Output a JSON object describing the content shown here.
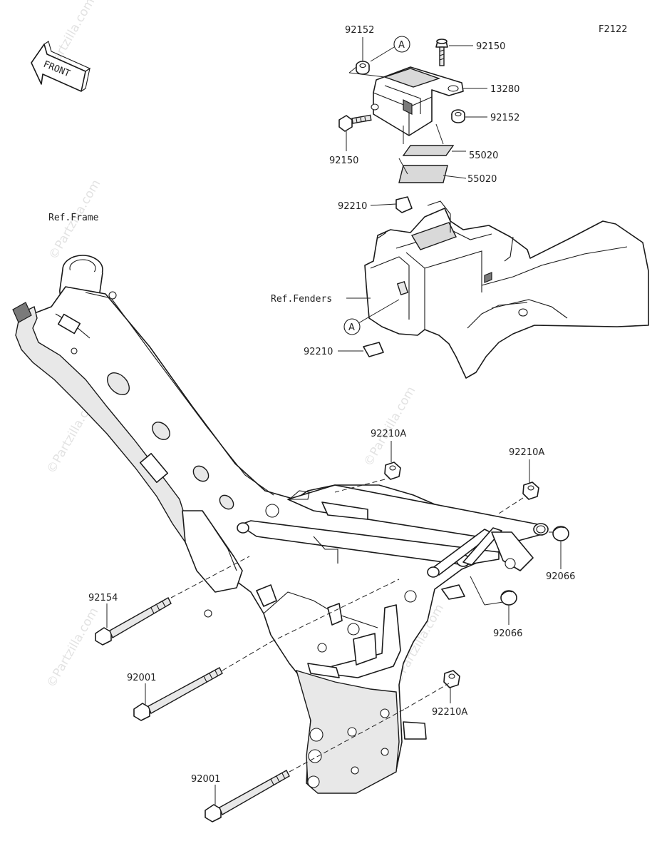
{
  "diagram": {
    "figure_code": "F2122",
    "direction_label": "FRONT",
    "callout_marker": "A",
    "references": {
      "frame": "Ref.Frame",
      "fenders": "Ref.Fenders"
    },
    "watermark": "©Partzilla.com",
    "parts": [
      {
        "id": "92152-top",
        "label": "92152"
      },
      {
        "id": "92150-top",
        "label": "92150"
      },
      {
        "id": "13280",
        "label": "13280"
      },
      {
        "id": "92150-left",
        "label": "92150"
      },
      {
        "id": "92152-right",
        "label": "92152"
      },
      {
        "id": "55020-a",
        "label": "55020"
      },
      {
        "id": "55020-b",
        "label": "55020"
      },
      {
        "id": "92210-top",
        "label": "92210"
      },
      {
        "id": "92210-bottom",
        "label": "92210"
      },
      {
        "id": "92210A-1",
        "label": "92210A"
      },
      {
        "id": "92210A-2",
        "label": "92210A"
      },
      {
        "id": "92066-1",
        "label": "92066"
      },
      {
        "id": "92066-2",
        "label": "92066"
      },
      {
        "id": "92154",
        "label": "92154"
      },
      {
        "id": "92001-1",
        "label": "92001"
      },
      {
        "id": "92210A-3",
        "label": "92210A"
      },
      {
        "id": "92001-2",
        "label": "92001"
      }
    ]
  }
}
